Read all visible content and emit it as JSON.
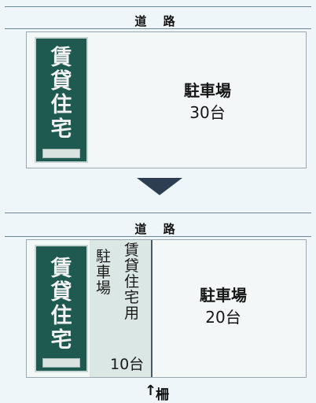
{
  "top": {
    "road": "道 路",
    "house_chars": [
      "賃",
      "貸",
      "住",
      "宅"
    ],
    "lot_title": "駐車場",
    "lot_count": "30台"
  },
  "bottom": {
    "road": "道 路",
    "house_chars": [
      "賃",
      "貸",
      "住",
      "宅"
    ],
    "side_col1": [
      "駐",
      "車",
      "場"
    ],
    "side_col2": [
      "賃",
      "貸",
      "住",
      "宅",
      "用"
    ],
    "side_count": "10台",
    "lot_title": "駐車場",
    "lot_count": "20台"
  },
  "fence_label": "柵"
}
